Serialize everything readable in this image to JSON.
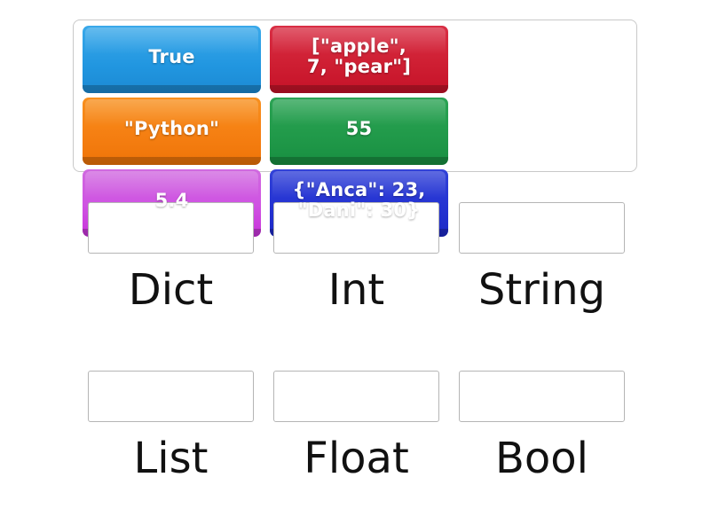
{
  "activity": {
    "type": "match-up-drag-and-drop",
    "background_color": "#ffffff"
  },
  "tray": {
    "tiles": [
      {
        "text": "True",
        "color": "#2196e0",
        "color_name": "blue"
      },
      {
        "text": "[\"apple\",\n7, \"pear\"]",
        "color": "#cf1f33",
        "color_name": "red"
      },
      {
        "text": "\"Python\"",
        "color": "#f57f12",
        "color_name": "orange"
      },
      {
        "text": "55",
        "color": "#219a4a",
        "color_name": "green"
      },
      {
        "text": "5.4",
        "color": "#cf52e2",
        "color_name": "magenta"
      },
      {
        "text": "{\"Anca\": 23,\n\"Dani\": 30}",
        "color": "#2433d2",
        "color_name": "navy"
      }
    ]
  },
  "answers": {
    "rows": [
      {
        "cells": [
          {
            "label": "Dict",
            "dropped_value": ""
          },
          {
            "label": "Int",
            "dropped_value": ""
          },
          {
            "label": "String",
            "dropped_value": ""
          }
        ]
      },
      {
        "cells": [
          {
            "label": "List",
            "dropped_value": ""
          },
          {
            "label": "Float",
            "dropped_value": ""
          },
          {
            "label": "Bool",
            "dropped_value": ""
          }
        ]
      }
    ]
  }
}
